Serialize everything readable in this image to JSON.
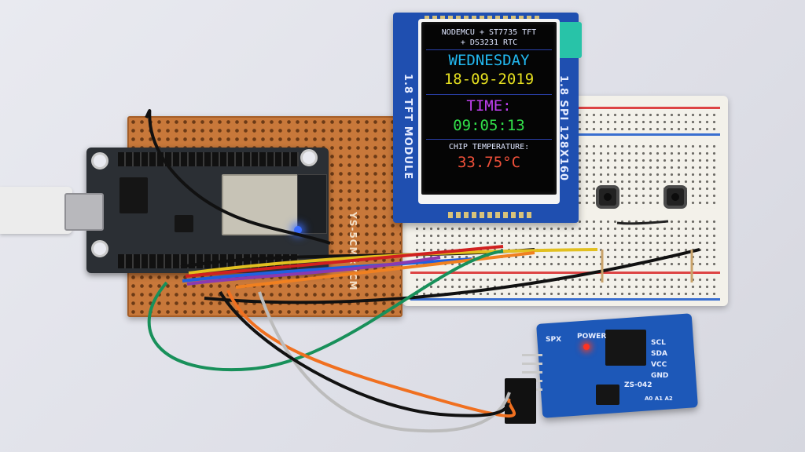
{
  "scene": {
    "description_colors": {
      "tft_board": "#1f4fb0",
      "rtc_board": "#1d58b8",
      "perfboard": "#c8783a",
      "nodemcu": "#2b2f34",
      "breadboard": "#f3f1ea"
    }
  },
  "tft_display": {
    "header_line1": "NODEMCU + ST7735 TFT",
    "header_line2": "+ DS3231 RTC",
    "day": "WEDNESDAY",
    "date": "18-09-2019",
    "time_label": "TIME:",
    "time": "09:05:13",
    "temp_label": "CHIP TEMPERATURE:",
    "temperature": "33.75°C",
    "colors": {
      "header": "#dfe6ff",
      "day": "#22b8f0",
      "date": "#e6e020",
      "time_label": "#c040f0",
      "time": "#32e04a",
      "temp_label": "#dfe6ff",
      "temperature": "#f0503a"
    }
  },
  "tft_module": {
    "left_label": "1.8 TFT MODULE",
    "right_label": "1.8 SPI 128X160"
  },
  "perfboard": {
    "label": "YS-5CM×7CM"
  },
  "rtc_module": {
    "labels": {
      "power": "POWER",
      "spx": "SPX",
      "scl": "SCL",
      "sda": "SDA",
      "vcc": "VCC",
      "gnd": "GND",
      "model": "ZS-042",
      "address": "A0 A1 A2"
    }
  }
}
